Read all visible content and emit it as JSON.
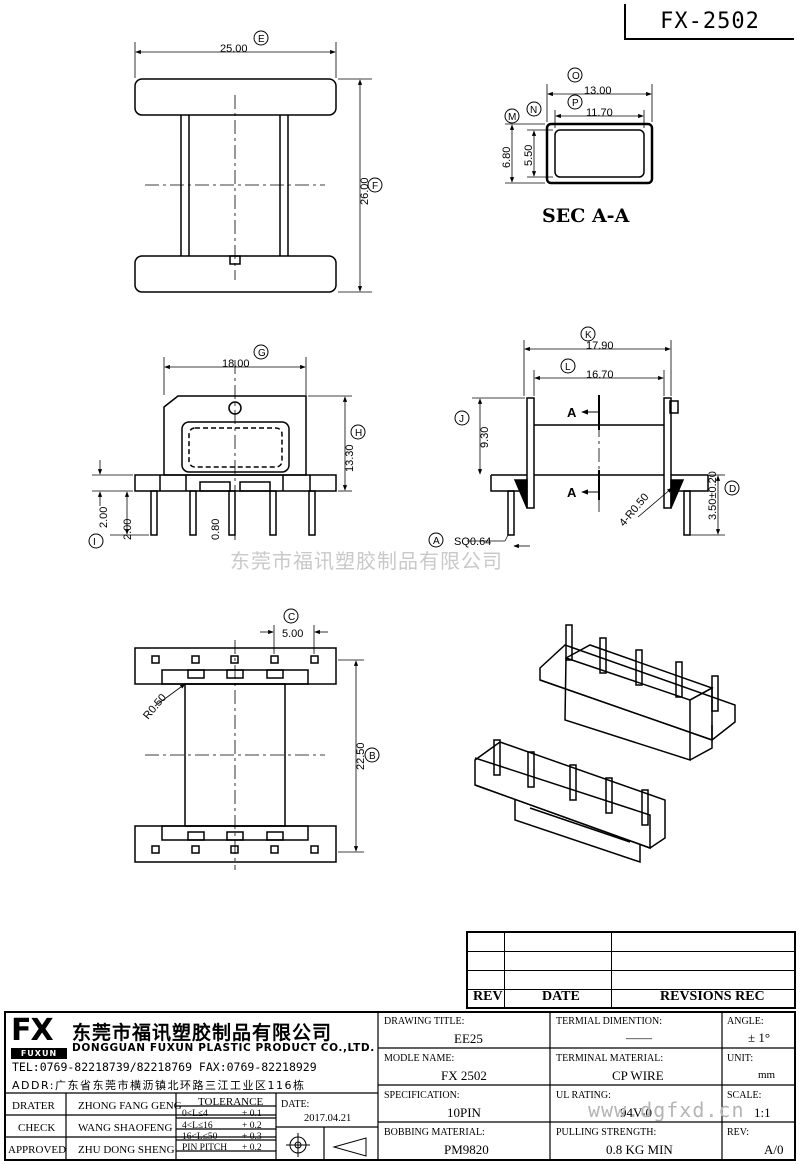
{
  "part_number": "FX-2502",
  "section_label": "SEC A-A",
  "watermark": {
    "company_cn": "东莞市福讯塑胶制品有限公司",
    "url": "www.dgfxd.cn"
  },
  "top_view": {
    "width_dim": "25.00",
    "width_ref": "E",
    "height_dim": "26.00",
    "height_ref": "F"
  },
  "section_view": {
    "outer_width": "13.00",
    "outer_width_ref": "O",
    "inner_width": "11.70",
    "inner_width_ref": "P",
    "outer_height": "6.80",
    "outer_height_ref": "M",
    "inner_height": "5.50",
    "inner_height_ref": "N"
  },
  "front_view": {
    "width_dim": "18.00",
    "width_ref": "G",
    "height_dim": "13.30",
    "height_ref": "H",
    "pin_length": "2.00",
    "pin_length_ref": "I",
    "pin_offset": "2.00",
    "pin_width": "0.80",
    "pin_square": "SQ0.64",
    "pin_square_ref": "A"
  },
  "side_view": {
    "overall_width": "17.90",
    "overall_width_ref": "K",
    "inner_width": "16.70",
    "inner_width_ref": "L",
    "height_dim": "9.30",
    "height_ref": "J",
    "pin_height": "3.50±0.20",
    "pin_height_ref": "D",
    "radius": "4-R0.50",
    "section_marker": "A"
  },
  "bottom_view": {
    "pitch": "5.00",
    "pitch_ref": "C",
    "length": "22.50",
    "length_ref": "B",
    "radius": "R0.50"
  },
  "revision_table": {
    "headers": [
      "REV",
      "DATE",
      "REVSIONS REC"
    ]
  },
  "title_block": {
    "logo_text": "FX",
    "logo_sub": "FUXUN",
    "company_cn": "东莞市福讯塑胶制品有限公司",
    "company_en": "DONGGUAN FUXUN PLASTIC PRODUCT CO.,LTD.",
    "tel": "TEL:0769-82218739/82218769 FAX:0769-82218929",
    "addr": "ADDR:广东省东莞市横沥镇北环路三江工业区116栋",
    "drawing_title_label": "DRAWING TITLE:",
    "drawing_title": "EE25",
    "model_name_label": "MODLE NAME:",
    "model_name": "FX 2502",
    "specification_label": "SPECIFICATION:",
    "specification": "10PIN",
    "bobbin_material_label": "BOBBING MATERIAL:",
    "bobbin_material": "PM9820",
    "terminal_dimension_label": "TERMIAL DIMENTION:",
    "terminal_dimension": "——",
    "terminal_material_label": "TERMINAL MATERIAL:",
    "terminal_material": "CP WIRE",
    "ul_rating_label": "UL RATING:",
    "ul_rating": "94V-0",
    "pulling_strength_label": "PULLING STRENGTH:",
    "pulling_strength": "0.8 KG MIN",
    "angle_label": "ANGLE:",
    "angle": "± 1°",
    "unit_label": "UNIT:",
    "unit": "mm",
    "scale_label": "SCALE:",
    "scale": "1:1",
    "rev_label": "REV:",
    "rev": "A/0",
    "signoffs": [
      {
        "role": "DRATER",
        "name": "ZHONG FANG GENG"
      },
      {
        "role": "CHECK",
        "name": "WANG SHAOFENG"
      },
      {
        "role": "APPROVED",
        "name": "ZHU DONG SHENG"
      }
    ],
    "tolerance_title": "TOLERANCE",
    "tolerances": [
      {
        "range": "0<L≤4",
        "value": "+ 0.1"
      },
      {
        "range": "4<L≤16",
        "value": "+ 0.2"
      },
      {
        "range": "16<L≤50",
        "value": "+ 0.3"
      },
      {
        "range": "PIN PITCH",
        "value": "+ 0.2"
      }
    ],
    "date_label": "DATE:",
    "date": "2017.04.21"
  }
}
